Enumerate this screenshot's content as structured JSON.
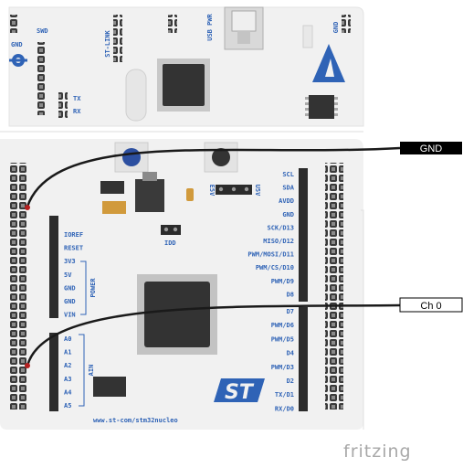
{
  "board": {
    "swd_label": "SWD",
    "gnd_left_label": "GND",
    "stlink_label": "ST-LINK",
    "usb_pwr_label": "USB PWR",
    "gnd_right_label": "GND",
    "tx_label": "TX",
    "rx_label": "RX",
    "e5v_label": "E5V",
    "u5v_label": "U5V",
    "idd_label": "IDD",
    "power_label": "POWER",
    "ain_label": "AIN",
    "url_label": "www.st-com/stm32nucleo",
    "power_pins": [
      "IOREF",
      "RESET",
      "3V3",
      "5V",
      "GND",
      "GND",
      "VIN"
    ],
    "analog_pins": [
      "A0",
      "A1",
      "A2",
      "A3",
      "A4",
      "A5"
    ],
    "digital_top_pins": [
      "SCL",
      "SDA",
      "AVDD",
      "GND",
      "SCK/D13",
      "MISO/D12",
      "PWM/MOSI/D11",
      "PWM/CS/D10",
      "PWM/D9",
      "D8"
    ],
    "digital_bottom_pins": [
      "D7",
      "PWM/D6",
      "PWM/D5",
      "D4",
      "PWM/D3",
      "D2",
      "TX/D1",
      "RX/D0"
    ]
  },
  "wires": {
    "gnd_label": "GND",
    "ch0_label": "Ch 0",
    "wire_color": "#1a1a1a"
  },
  "watermark": "fritzing",
  "colors": {
    "board": "#f1f1f1",
    "silk": "#2f63b6",
    "header": "#2b2b2b",
    "pin": "#8a8a8a",
    "pin_active": "#b52020",
    "chip": "#333333",
    "button_blue": "#2c4fa0",
    "cap_orange": "#d19a3c"
  }
}
